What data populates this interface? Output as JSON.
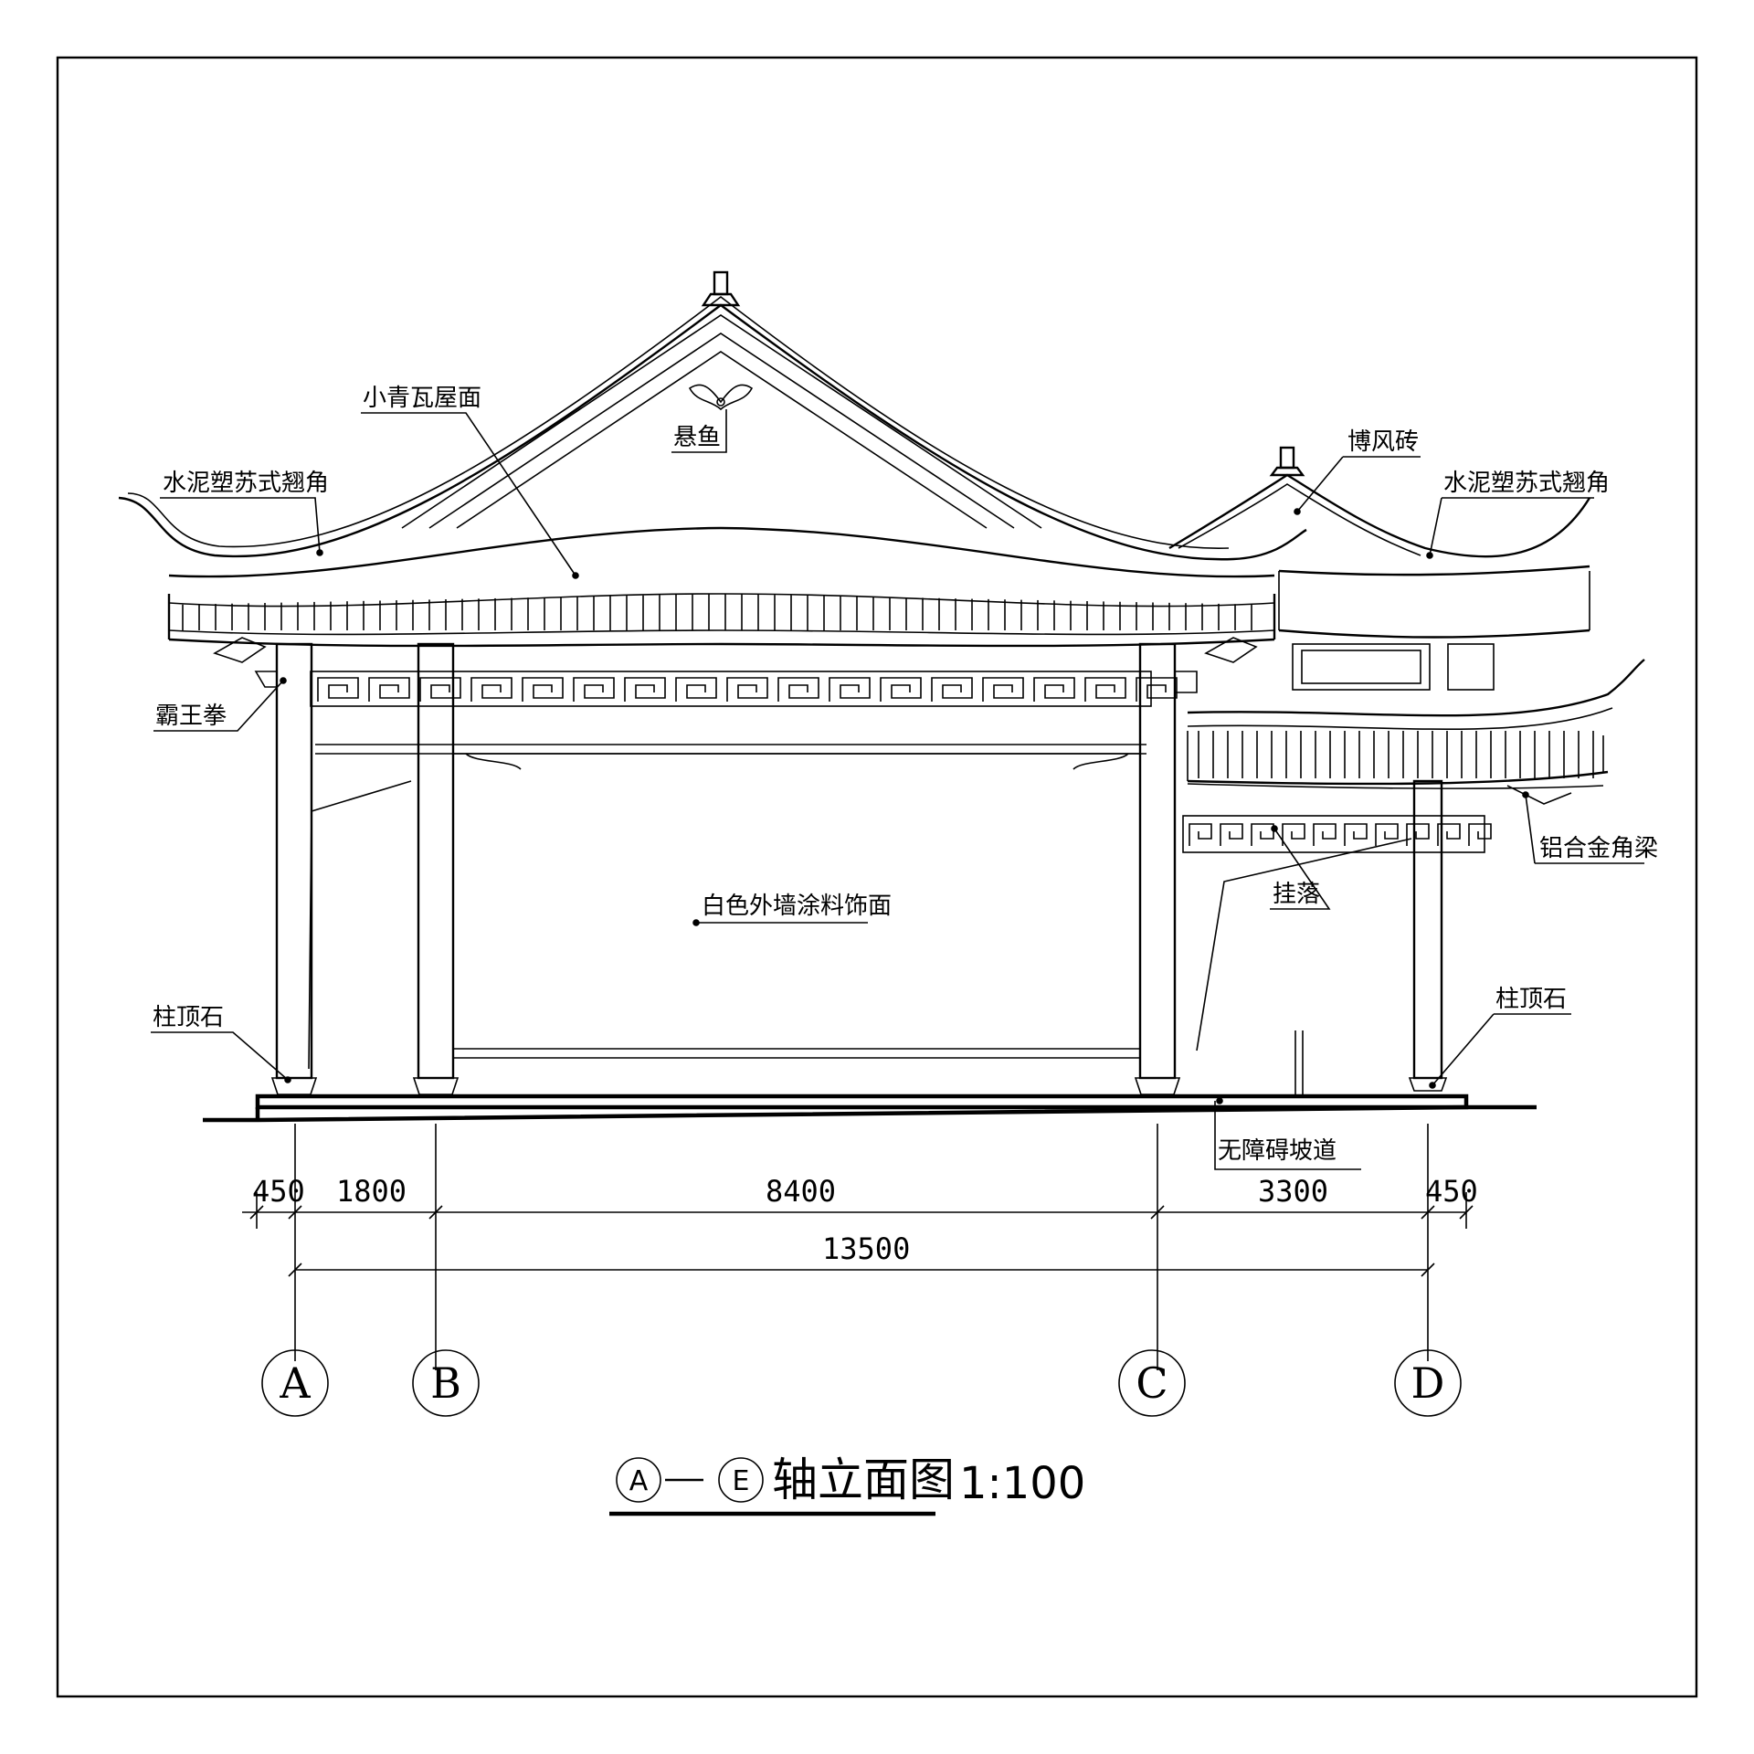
{
  "annotations": {
    "roof_tiles": "小青瓦屋面",
    "hanging_fish": "悬鱼",
    "wind_brick": "博风砖",
    "cement_corner_left": "水泥塑苏式翘角",
    "cement_corner_right": "水泥塑苏式翘角",
    "bawang_bracket": "霸王拳",
    "white_paint": "白色外墙涂料饰面",
    "alu_corner_beam": "铝合金角梁",
    "hanging_lattice": "挂落",
    "column_stone_left": "柱顶石",
    "column_stone_right": "柱顶石",
    "ramp": "无障碍坡道"
  },
  "dimensions": {
    "segments": [
      "450",
      "1800",
      "8400",
      "3300",
      "450"
    ],
    "total": "13500"
  },
  "axes": [
    "A",
    "B",
    "C",
    "D"
  ],
  "title": {
    "axis_start": "A",
    "axis_end": "E",
    "text": "轴立面图",
    "scale": "1:100"
  }
}
